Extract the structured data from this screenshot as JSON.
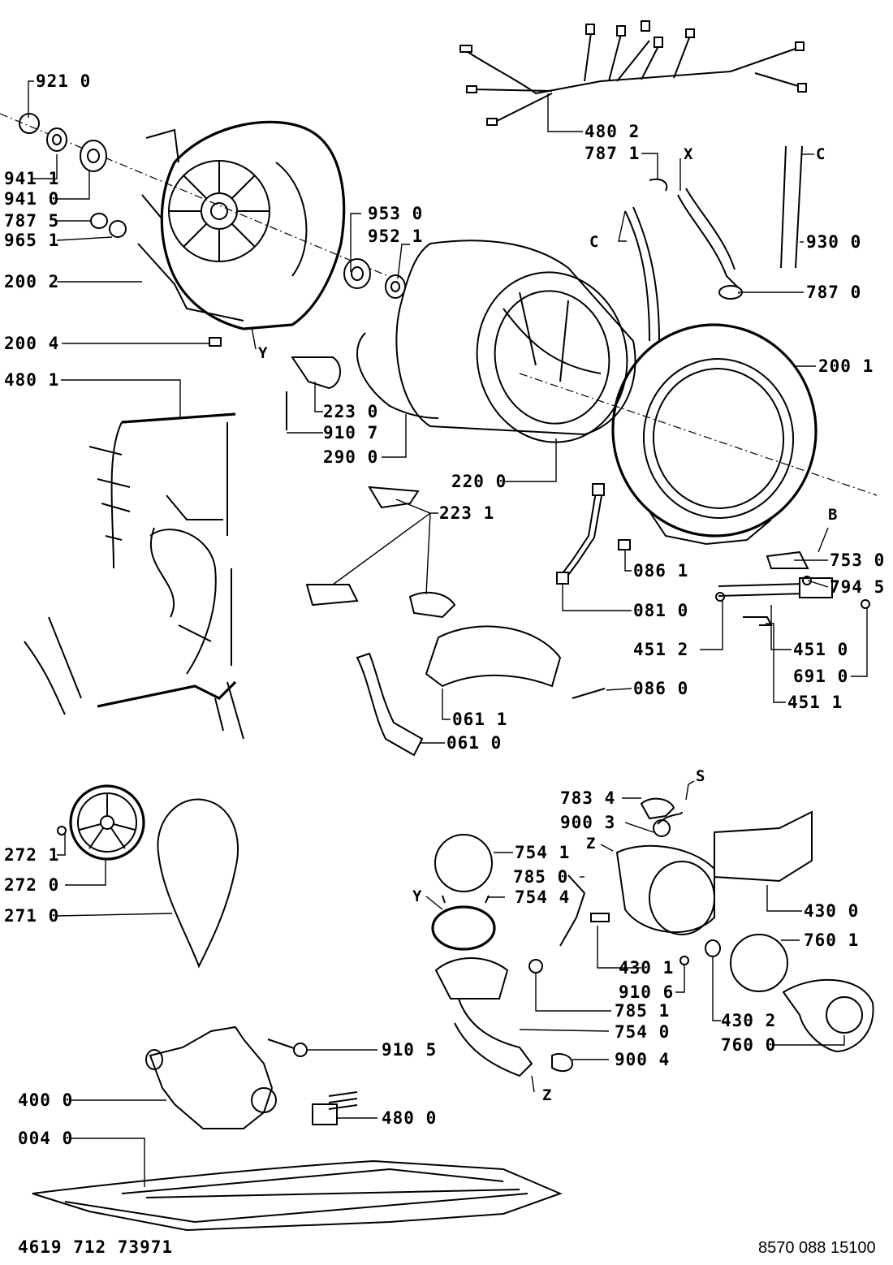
{
  "labels": {
    "l9210": "921 0",
    "l9411": "941 1",
    "l9410": "941 0",
    "l7875": "787 5",
    "l9651": "965 1",
    "l2002": "200 2",
    "l2004": "200 4",
    "lY1": "Y",
    "l4801": "480 1",
    "l4802": "480 2",
    "l7871": "787 1",
    "lX": "X",
    "lC1": "C",
    "lC2": "C",
    "l9300": "930 0",
    "l7870": "787 0",
    "l9530": "953 0",
    "l9521": "952 1",
    "l2001": "200 1",
    "l2230": "223 0",
    "l9107": "910 7",
    "l2900": "290 0",
    "l2200": "220 0",
    "l2231": "223 1",
    "lB": "B",
    "l7530": "753 0",
    "l7945": "794 5",
    "l0861": "086 1",
    "l0810": "081 0",
    "l4512": "451 2",
    "l4510": "451 0",
    "l6910": "691 0",
    "l4511": "451 1",
    "l0860": "086 0",
    "l0611": "061 1",
    "l0610": "061 0",
    "l2721": "272 1",
    "l2720": "272 0",
    "l2710": "271 0",
    "l7834": "783 4",
    "lS": "S",
    "l9003": "900 3",
    "lZ1": "Z",
    "l7541": "754 1",
    "l7850": "785 0",
    "lY2": "Y",
    "l7544": "754 4",
    "l4300": "430 0",
    "l7601": "760 1",
    "l4301": "430 1",
    "l9106": "910 6",
    "l7851": "785 1",
    "l4302": "430 2",
    "l7540": "754 0",
    "l7600": "760 0",
    "l9004": "900 4",
    "lZ2": "Z",
    "l9105": "910 5",
    "l4000": "400 0",
    "l4800": "480 0",
    "l0040": "004 0"
  },
  "footer": {
    "left_code": "4619 712 73971",
    "right_code": "8570 088 15100"
  }
}
